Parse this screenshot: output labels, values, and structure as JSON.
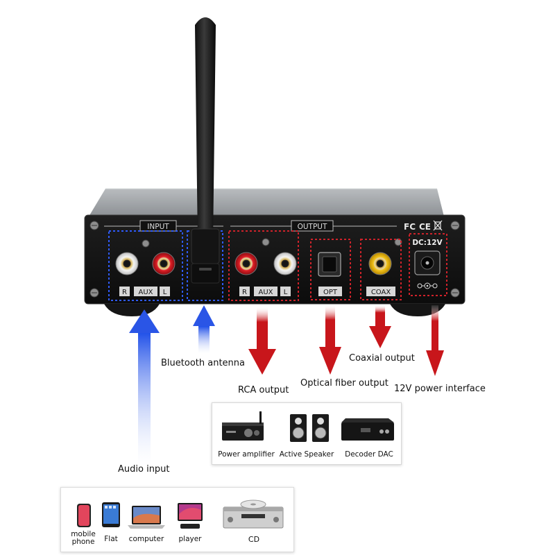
{
  "device": {
    "sections": {
      "input": "INPUT",
      "output": "OUTPUT",
      "power": "DC:12V"
    },
    "marks": {
      "fc": "FC",
      "ce": "CE"
    },
    "input_jacks": {
      "r": "R",
      "aux": "AUX",
      "l": "L"
    },
    "output_jacks": {
      "r": "R",
      "aux": "AUX",
      "l": "L",
      "opt": "OPT",
      "coax": "COAX"
    }
  },
  "callouts": {
    "bluetooth_antenna": "Bluetooth antenna",
    "rca_output": "RCA output",
    "optical_output": "Optical fiber output",
    "coaxial_output": "Coaxial output",
    "power_interface": "12V power interface",
    "audio_input": "Audio input"
  },
  "output_devices": [
    {
      "label": "Power amplifier"
    },
    {
      "label": "Active Speaker"
    },
    {
      "label": "Decoder DAC"
    }
  ],
  "input_devices": [
    {
      "label": "mobile\nphone"
    },
    {
      "label": "Flat"
    },
    {
      "label": "computer"
    },
    {
      "label": "player"
    },
    {
      "label": "CD"
    }
  ],
  "colors": {
    "input_arrow": "#2a55e6",
    "output_arrow": "#c8161b",
    "dash_blue": "#2f5bff",
    "dash_red": "#d0222a"
  }
}
